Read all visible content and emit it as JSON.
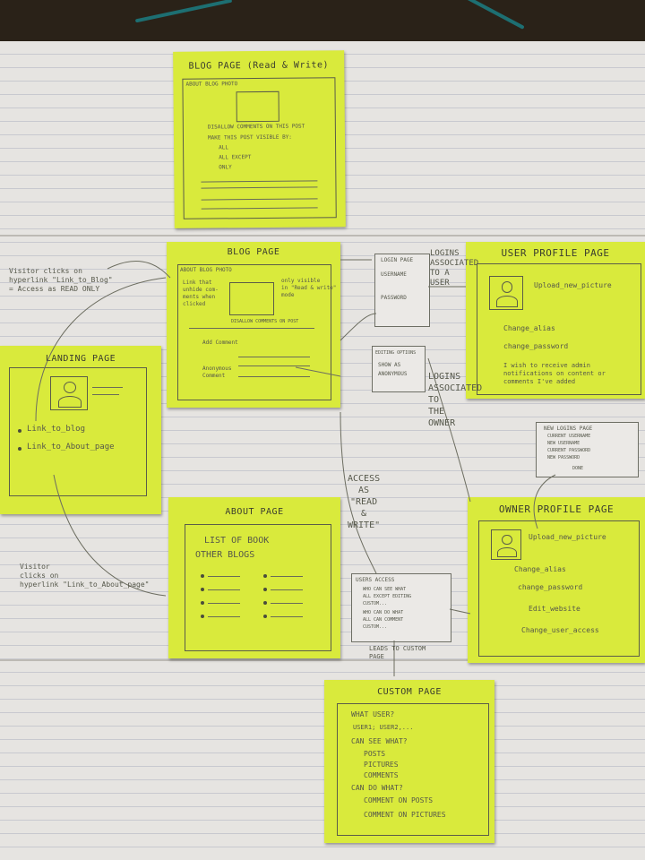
{
  "notes": {
    "blog_rw": {
      "title": "BLOG PAGE (Read & Write)",
      "tabs": "ABOUT BLOG PHOTO",
      "lines": [
        "DISALLOW COMMENTS ON THIS POST",
        "MAKE THIS POST VISIBLE BY:",
        "ALL",
        "ALL EXCEPT",
        "ONLY"
      ]
    },
    "blog": {
      "title": "BLOG PAGE",
      "tabs": "ABOUT BLOG PHOTO",
      "left_note": "Link that\nunhide com-\nments when\nclicked",
      "right_note": "only visible\nin \"Read & write\"\nmode",
      "disallow": "DISALLOW COMMENTS ON POST",
      "add_comment": "Add Comment",
      "anonymous": "Anonymous\nComment"
    },
    "landing": {
      "title": "LANDING PAGE",
      "link1": "Link_to_blog",
      "link2": "Link_to_About_page"
    },
    "about": {
      "title": "ABOUT PAGE",
      "heading1": "LIST OF BOOK",
      "heading2": "OTHER BLOGS"
    },
    "user_profile": {
      "title": "USER PROFILE PAGE",
      "upload": "Upload_new_picture",
      "items": [
        "Change_alias",
        "change_password",
        "I wish to receive admin\nnotifications on content or\ncomments I've added"
      ]
    },
    "owner_profile": {
      "title": "OWNER PROFILE PAGE",
      "upload": "Upload_new_picture",
      "items": [
        "Change_alias",
        "change_password",
        "Edit_website",
        "Change_user_access"
      ]
    },
    "custom": {
      "title": "CUSTOM PAGE",
      "items": [
        "WHAT USER?",
        "USER1; USER2,...",
        "CAN SEE WHAT?",
        "POSTS",
        "PICTURES",
        "COMMENTS",
        "CAN DO WHAT?",
        "COMMENT ON POSTS",
        "COMMENT ON PICTURES"
      ]
    }
  },
  "minis": {
    "login": {
      "title": "LOGIN PAGE",
      "username": "USERNAME",
      "password": "PASSWORD"
    },
    "editing": {
      "title": "EDITING OPTIONS",
      "lines": "SHOW AS\nANONYMOUS"
    },
    "new_logins": {
      "title": "NEW LOGINS PAGE",
      "lines": [
        "CURRENT USERNAME",
        "NEW USERNAME",
        "CURRENT PASSWORD",
        "NEW PASSWORD"
      ],
      "button": "DONE"
    },
    "users_access": {
      "title": "USERS ACCESS",
      "lines": [
        "WHO CAN SEE WHAT",
        "ALL EXCEPT EDITING",
        "CUSTOM...",
        "WHO CAN DO WHAT",
        "ALL CAN COMMENT",
        "CUSTOM..."
      ]
    }
  },
  "annotations": {
    "visitor_blog": "Visitor clicks on\nhyperlink \"Link_to_Blog\"\n= Access as READ ONLY",
    "visitor_about": "Visitor\nclicks on\nhyperlink \"Link_to_About_page\"",
    "logins_user": "LOGINS\nASSOCIATED\nTO A\nUSER",
    "logins_owner": "LOGINS\nASSOCIATED\nTO\nTHE\nOWNER",
    "access_rw": "ACCESS\nAS\n\"READ\n&\nWRITE\"",
    "leads_custom": "LEADS TO CUSTOM\nPAGE"
  }
}
